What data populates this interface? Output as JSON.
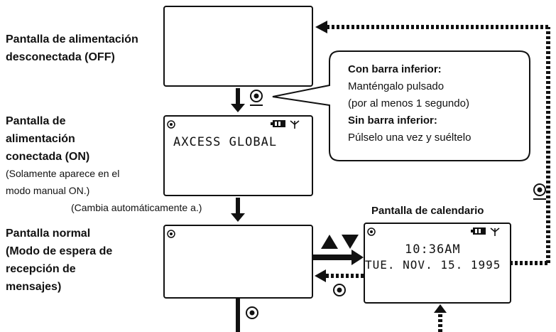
{
  "labels": {
    "off_title": "Pantalla de alimentación desconectada (OFF)",
    "on_title_1": "Pantalla de",
    "on_title_2": "alimentación",
    "on_title_3": "conectada (ON)",
    "on_note_1": "(Solamente aparece en el",
    "on_note_2": "modo manual ON.)",
    "auto_change": "(Cambia automáticamente a.)",
    "normal_title": "Pantalla normal",
    "normal_sub_1": "(Modo de espera de",
    "normal_sub_2": "recepción de",
    "normal_sub_3": "mensajes)",
    "calendar_title": "Pantalla de calendario"
  },
  "bubble": {
    "with_bar_title": "Con barra inferior:",
    "with_bar_line1": "Manténgalo pulsado",
    "with_bar_line2": "(por al menos 1 segundo)",
    "without_bar_title": "Sin barra inferior:",
    "without_bar_line": "Púlselo una vez y suéltelo"
  },
  "screens": {
    "on_display": "AXCESS GLOBAL",
    "calendar_time": "10:36AM",
    "calendar_date": "TUE. NOV. 15. 1995"
  },
  "icons": [
    "select-button-icon",
    "battery-icon",
    "antenna-icon",
    "up-arrow-icon",
    "down-arrow-icon"
  ]
}
